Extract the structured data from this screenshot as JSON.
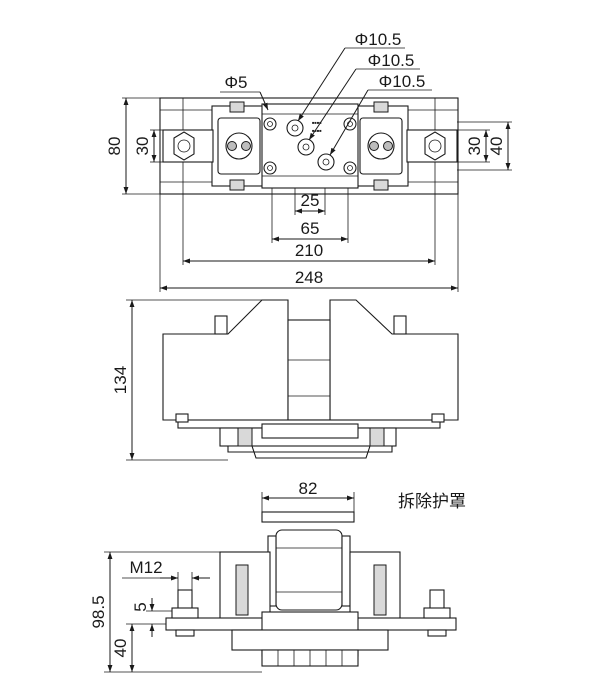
{
  "labels": {
    "d_phi5": "Φ5",
    "d_phi105_a": "Φ10.5",
    "d_phi105_b": "Φ10.5",
    "d_phi105_c": "Φ10.5",
    "d_80": "80",
    "d_30_left": "30",
    "d_30_right": "30",
    "d_40": "40",
    "d_25": "25",
    "d_65": "65",
    "d_210": "210",
    "d_248": "248",
    "d_134": "134",
    "d_82": "82",
    "d_m12": "M12",
    "d_5": "5",
    "d_98_5": "98.5",
    "d_40_side": "40",
    "cover_note": "拆除护罩"
  }
}
